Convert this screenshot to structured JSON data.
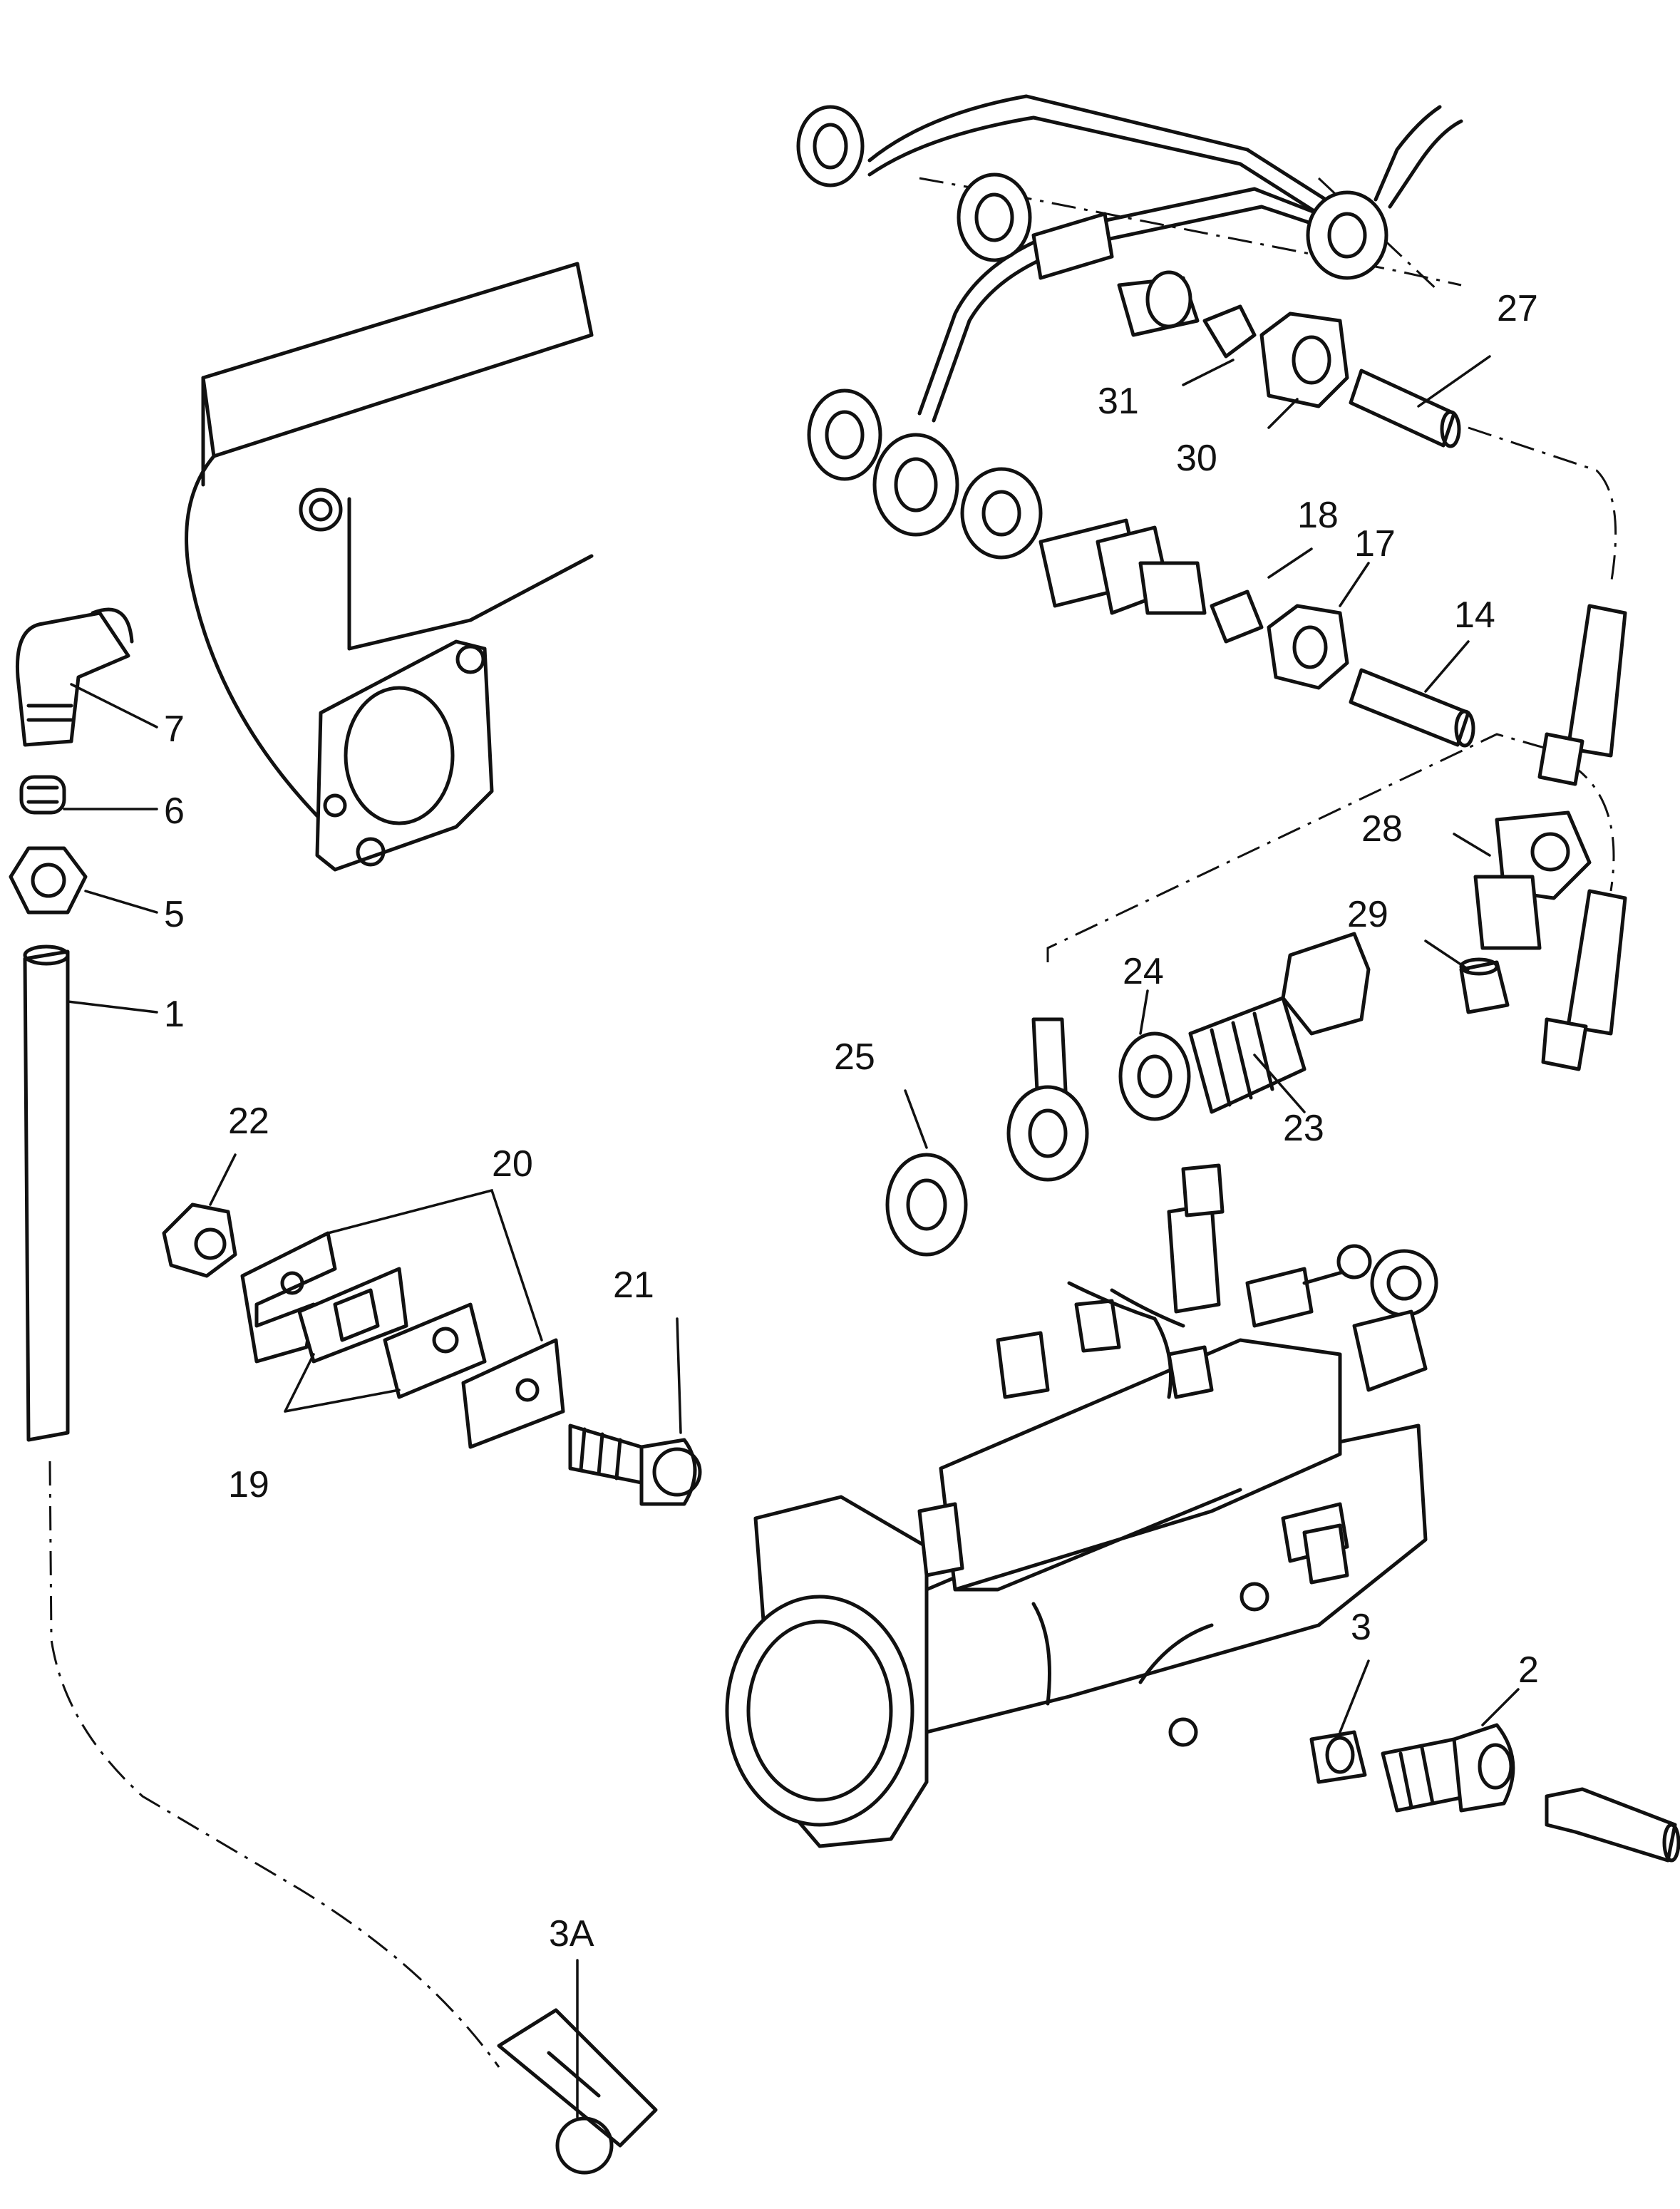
{
  "callouts": {
    "c1": "1",
    "c2": "2",
    "c3": "3",
    "c3a": "3A",
    "c5": "5",
    "c6": "6",
    "c7": "7",
    "c14": "14",
    "c17": "17",
    "c18": "18",
    "c19": "19",
    "c20": "20",
    "c21": "21",
    "c22": "22",
    "c23": "23",
    "c24": "24",
    "c25": "25",
    "c27": "27",
    "c28": "28",
    "c29": "29",
    "c30": "30",
    "c31": "31"
  }
}
